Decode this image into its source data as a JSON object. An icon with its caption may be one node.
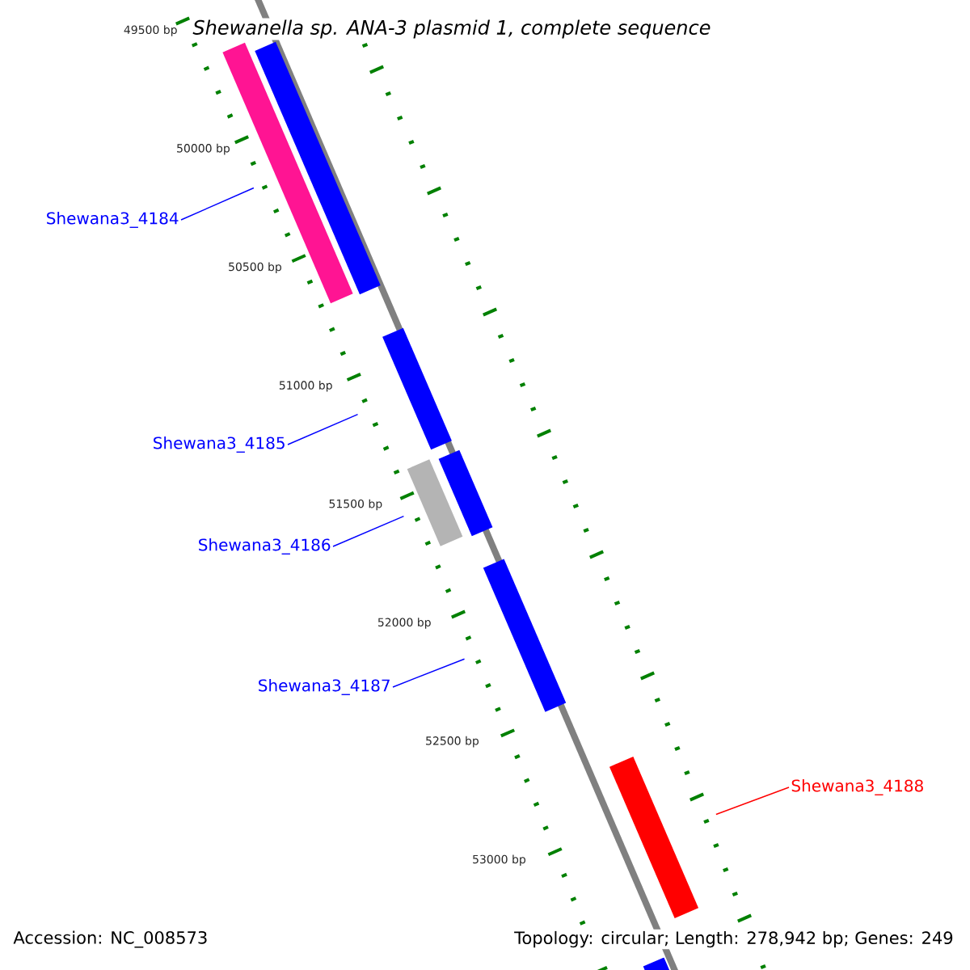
{
  "diagram": {
    "title": "Shewanella sp. ANA-3 plasmid 1, complete sequence",
    "nodes": [
      {
        "text": [
          "Shewana3_4184"
        ]
      },
      {
        "text": [],
        "shape": "bar"
      },
      {
        "text": [],
        "shape": "bar"
      },
      {
        "text": [
          "Shewana3_4185"
        ]
      },
      {
        "text": [],
        "shape": "bar"
      },
      {
        "text": [
          "Shewana3_4186"
        ]
      },
      {
        "text": [],
        "shape": "bar"
      },
      {
        "text": [],
        "shape": "bar"
      },
      {
        "text": [
          "Shewana3_4187"
        ]
      },
      {
        "text": [],
        "shape": "bar"
      },
      {
        "text": [
          "Shewana3_4188"
        ]
      },
      {
        "text": [],
        "shape": "bar"
      },
      {
        "text": [],
        "shape": "bar"
      }
    ],
    "edges": [
      {
        "from": 0,
        "to": 1,
        "arrow": "none"
      },
      {
        "from": 3,
        "to": 4,
        "arrow": "none"
      },
      {
        "from": 5,
        "to": 6,
        "arrow": "none"
      },
      {
        "from": 8,
        "to": 9,
        "arrow": "none"
      },
      {
        "from": 10,
        "to": 11,
        "arrow": "none",
        "color": "#ff0000"
      }
    ],
    "labels": [
      "49500 bp",
      "50000 bp",
      "50500 bp",
      "51000 bp",
      "51500 bp",
      "52000 bp",
      "52500 bp",
      "53000 bp",
      "Accession: NC_008573",
      "Topology: circular; Length: 278,942 bp; Genes: 249"
    ]
  }
}
